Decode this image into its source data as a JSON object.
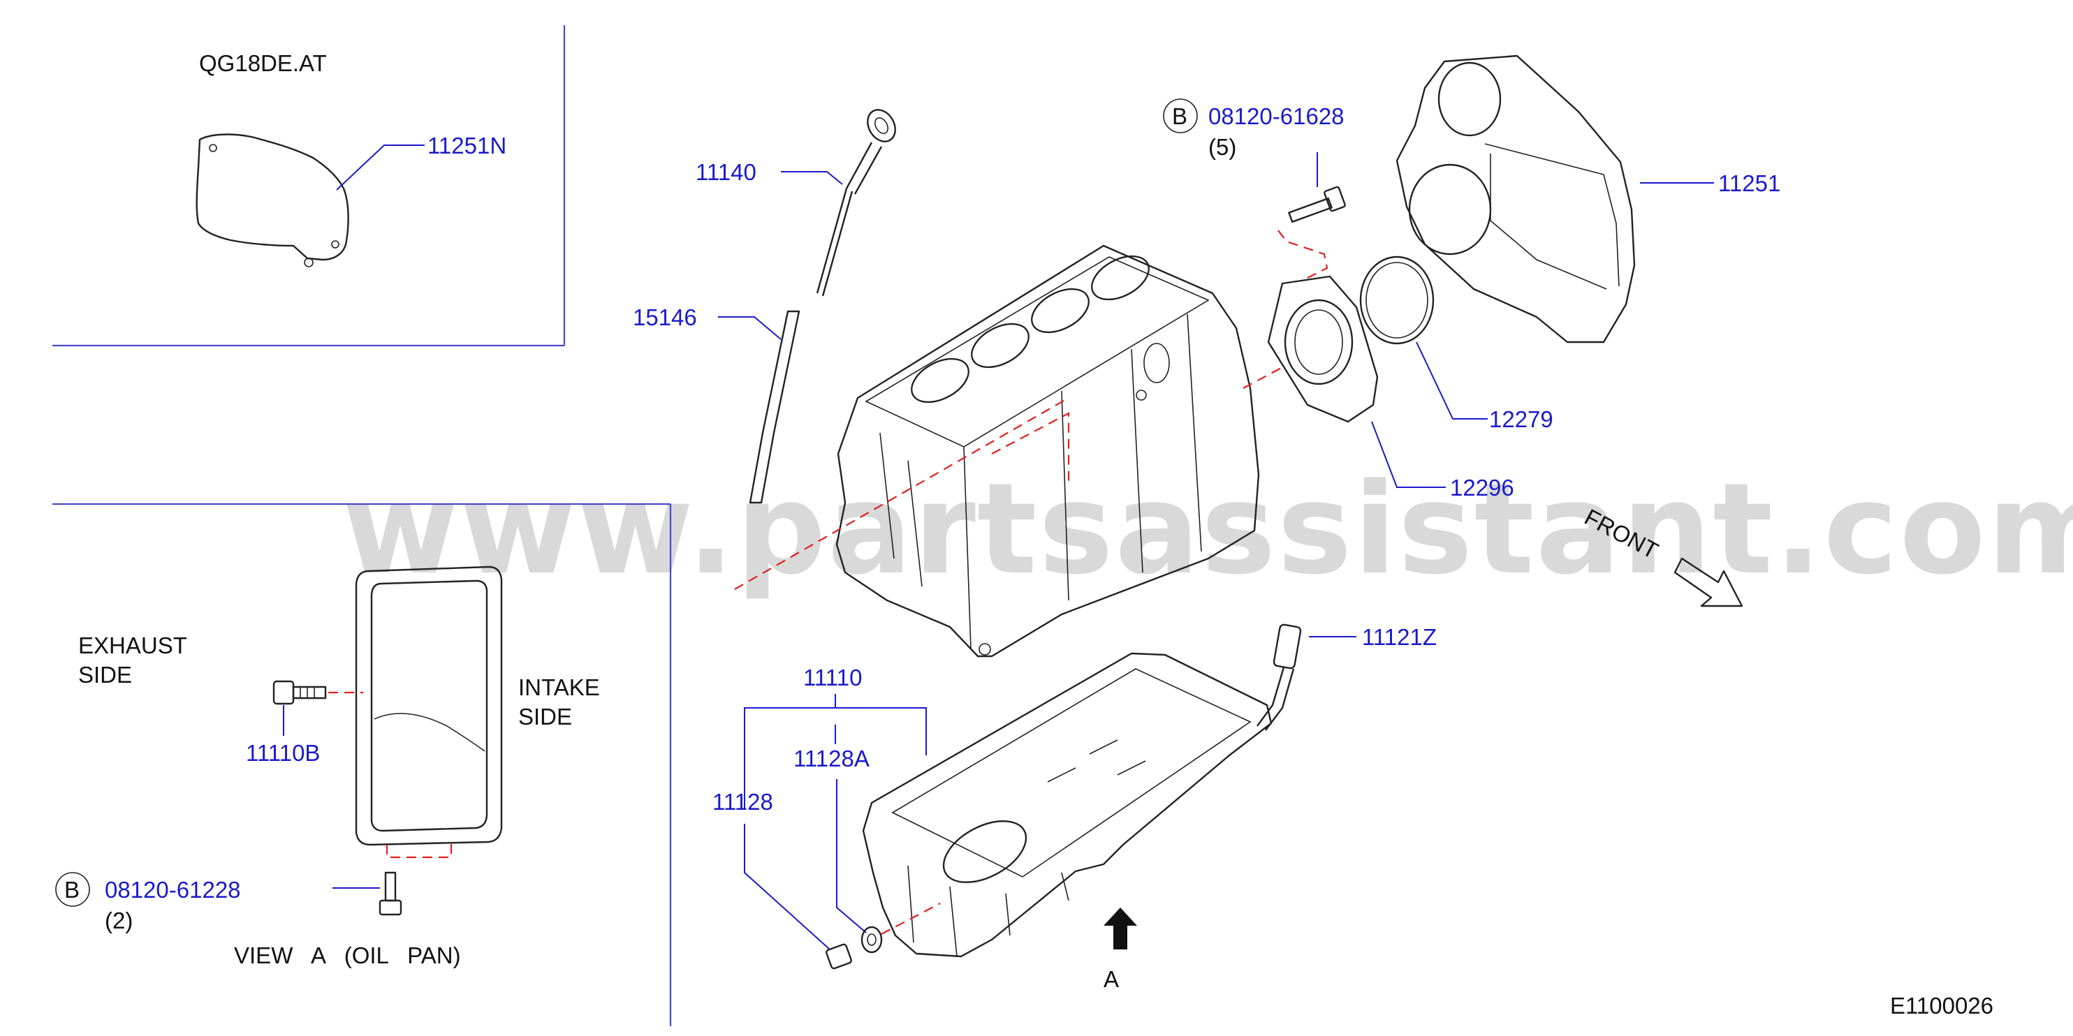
{
  "watermark": "www.partsassistant.com",
  "diagram_id": "E1100026",
  "inset_top": {
    "title": "QG18DE.AT",
    "part": "11251N"
  },
  "inset_bottom": {
    "exhaust_side": [
      "EXHAUST",
      "SIDE"
    ],
    "intake_side": [
      "INTAKE",
      "SIDE"
    ],
    "part_drain_bolt": "11110B",
    "bolt_marker": "B",
    "bolt_part": "08120-61228",
    "bolt_qty": "(2)",
    "view_caption": "VIEW   A   (OIL   PAN)"
  },
  "main": {
    "dipstick": "11140",
    "dipstick_guide": "15146",
    "bolt_marker": "B",
    "bolt_part": "08120-61628",
    "bolt_qty": "(5)",
    "rear_plate": "11251",
    "oil_seal": "12279",
    "seal_retainer": "12296",
    "front_label": "FRONT",
    "oil_level_gauge_sensor": "11121Z",
    "oil_pan": "11110",
    "drain_washer": "11128A",
    "drain_plug": "11128",
    "view_marker": "A"
  }
}
